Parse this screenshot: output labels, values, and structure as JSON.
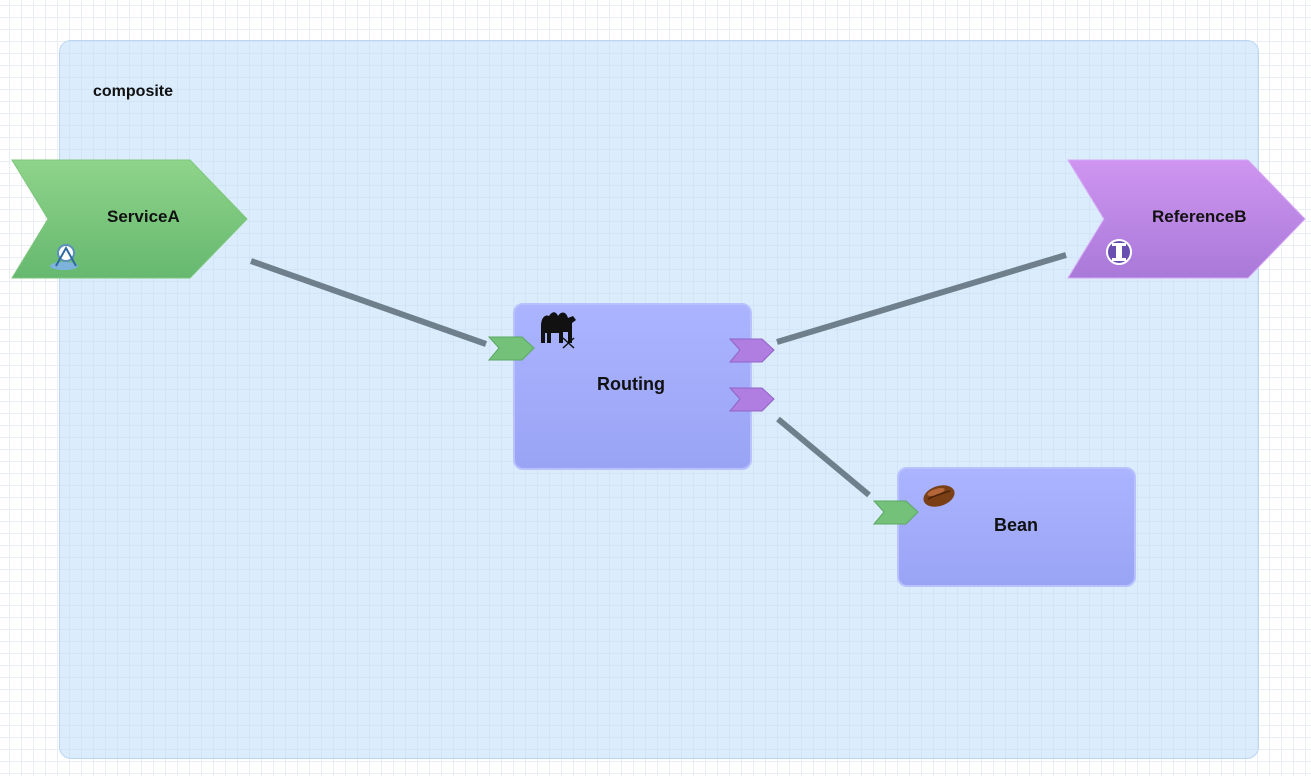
{
  "diagram": {
    "composite": {
      "label": "composite"
    },
    "service": {
      "label": "ServiceA",
      "color": "#77c477"
    },
    "reference": {
      "label": "ReferenceB",
      "color": "#c07fe6"
    },
    "components": [
      {
        "label": "Routing",
        "icon": "camel-icon"
      },
      {
        "label": "Bean",
        "icon": "bean-icon"
      }
    ],
    "connector_color": "#6f7f8c",
    "colors": {
      "component_fill": "#a0aaf8",
      "service_port": "#74c27a",
      "reference_port": "#b07ee0"
    }
  }
}
